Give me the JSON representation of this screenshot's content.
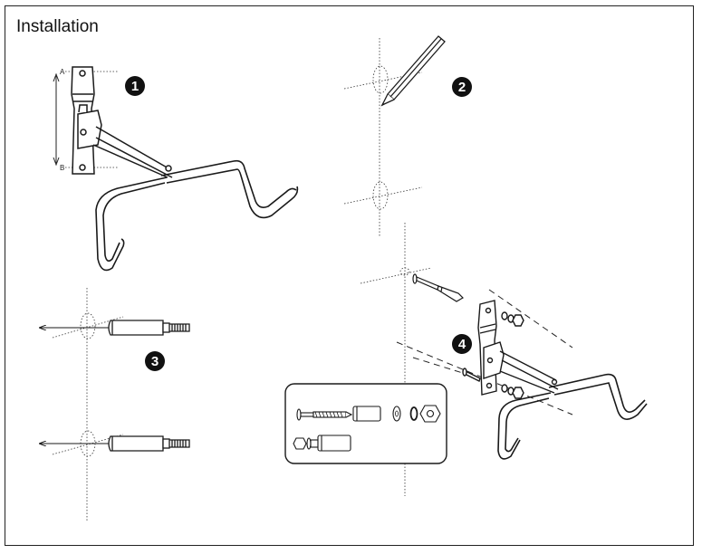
{
  "page": {
    "title": "Installation"
  },
  "steps": [
    {
      "number": "1"
    },
    {
      "number": "2"
    },
    {
      "number": "3"
    },
    {
      "number": "4"
    }
  ],
  "dimension_labels": {
    "top": "A",
    "bottom": "B"
  },
  "icons": {
    "pencil": "pencil-icon",
    "bracket": "bike-hanger-bracket-icon",
    "anchor": "wall-anchor-icon",
    "screw": "screw-icon"
  },
  "colors": {
    "line": "#1a1a1a",
    "badge_fill": "#111111",
    "badge_text": "#ffffff",
    "frame": "#222222"
  }
}
